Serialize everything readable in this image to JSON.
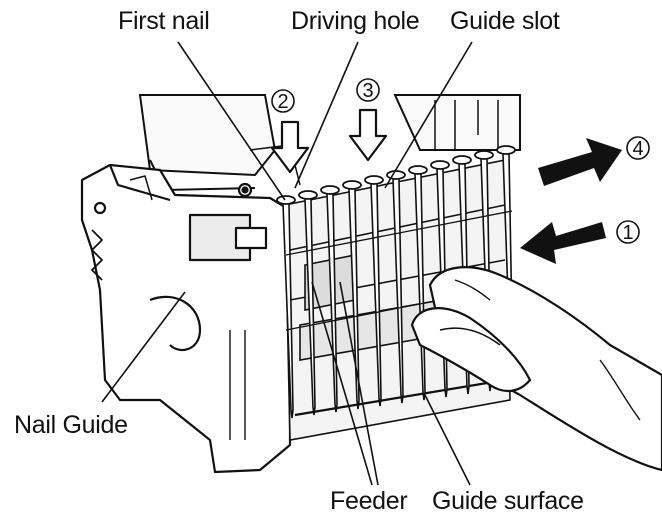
{
  "labels": {
    "first_nail": "First nail",
    "driving_hole": "Driving hole",
    "guide_slot": "Guide slot",
    "nail_guide": "Nail Guide",
    "feeder": "Feeder",
    "guide_surface": "Guide surface"
  },
  "steps": [
    "1",
    "2",
    "3",
    "4"
  ],
  "icons": {
    "hand": "hand-icon",
    "arrow_push_in": "arrow-push-left-icon",
    "arrow_pull_out": "arrow-pull-right-icon",
    "arrow_down": "arrow-down-outline-icon"
  },
  "colors": {
    "ink": "#111111",
    "background": "#ffffff",
    "shade": "#d8d8d8"
  }
}
